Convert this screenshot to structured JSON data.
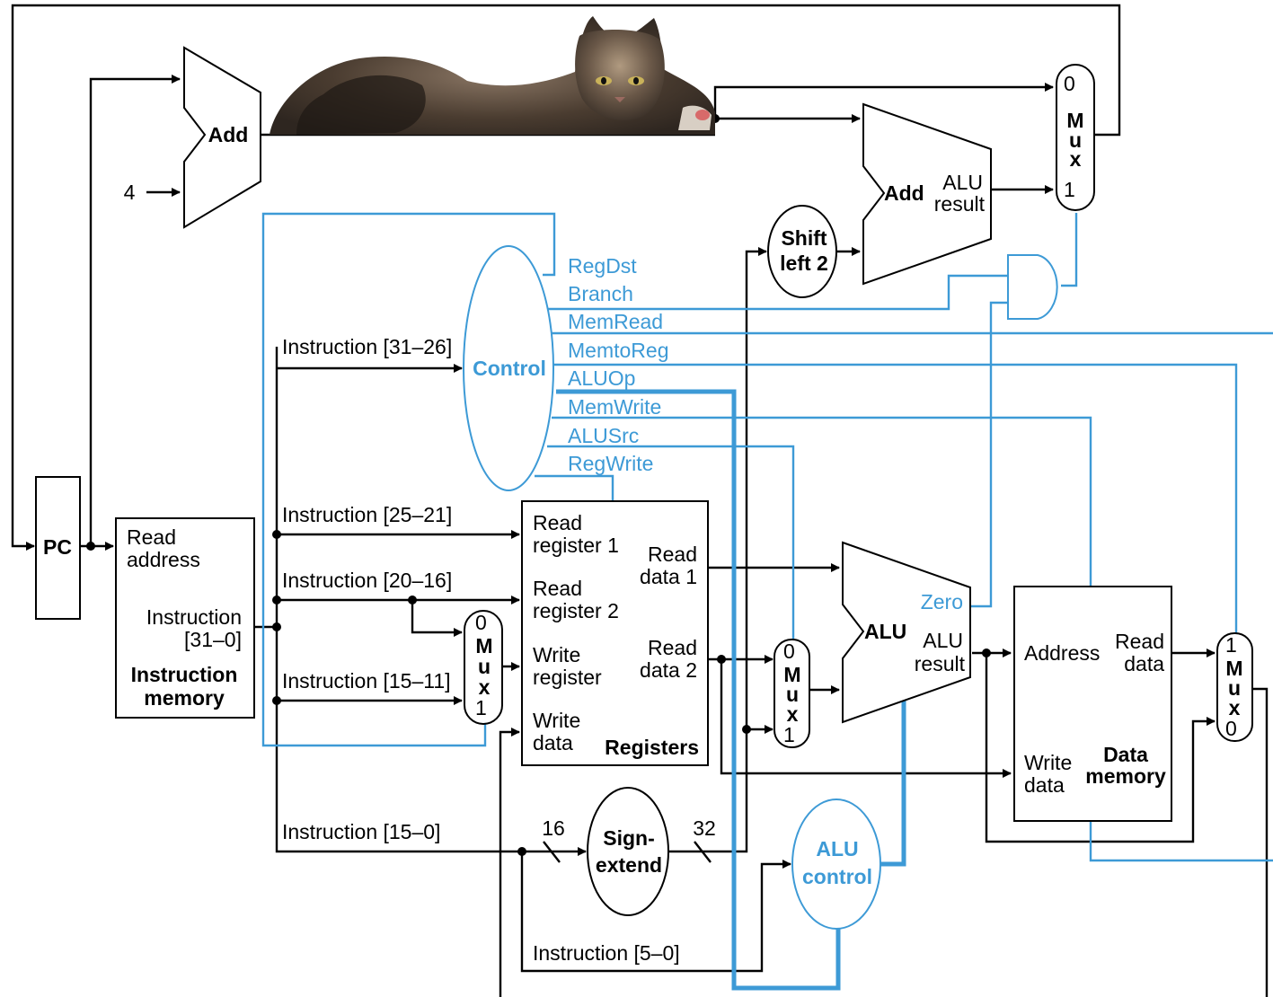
{
  "colors": {
    "control": "#3d9ad6",
    "datapath": "#000000",
    "cat_fur_dark": "#2e2620",
    "cat_fur_light": "#8a7664"
  },
  "blocks": {
    "pc": "PC",
    "adder_pc": "Add",
    "const_four": "4",
    "instr_mem": {
      "read_address_1": "Read",
      "read_address_2": "address",
      "instruction_1": "Instruction",
      "instruction_2": "[31–0]",
      "title_1": "Instruction",
      "title_2": "memory"
    },
    "control": "Control",
    "registers": {
      "read_reg1_a": "Read",
      "read_reg1_b": "register 1",
      "read_reg2_a": "Read",
      "read_reg2_b": "register 2",
      "write_reg_a": "Write",
      "write_reg_b": "register",
      "write_data_a": "Write",
      "write_data_b": "data",
      "read_data1_a": "Read",
      "read_data1_b": "data 1",
      "read_data2_a": "Read",
      "read_data2_b": "data 2",
      "title": "Registers"
    },
    "shift_left": {
      "line1": "Shift",
      "line2": "left 2"
    },
    "adder_branch": {
      "name": "Add",
      "alu_a": "ALU",
      "alu_b": "result"
    },
    "alu": {
      "name": "ALU",
      "zero": "Zero",
      "result_a": "ALU",
      "result_b": "result"
    },
    "data_mem": {
      "address": "Address",
      "read_a": "Read",
      "read_b": "data",
      "write_a": "Write",
      "write_b": "data",
      "title_1": "Data",
      "title_2": "memory"
    },
    "sign_extend": {
      "line1": "Sign-",
      "line2": "extend",
      "in_width": "16",
      "out_width": "32"
    },
    "alu_control": {
      "line1": "ALU",
      "line2": "control"
    },
    "mux": {
      "letters": [
        "M",
        "u",
        "x"
      ],
      "zero": "0",
      "one": "1"
    }
  },
  "signals": [
    "RegDst",
    "Branch",
    "MemRead",
    "MemtoReg",
    "ALUOp",
    "MemWrite",
    "ALUSrc",
    "RegWrite"
  ],
  "fields": {
    "f31_26": "Instruction [31–26]",
    "f25_21": "Instruction [25–21]",
    "f20_16": "Instruction [20–16]",
    "f15_11": "Instruction [15–11]",
    "f15_0": "Instruction [15–0]",
    "f5_0": "Instruction [5–0]"
  }
}
